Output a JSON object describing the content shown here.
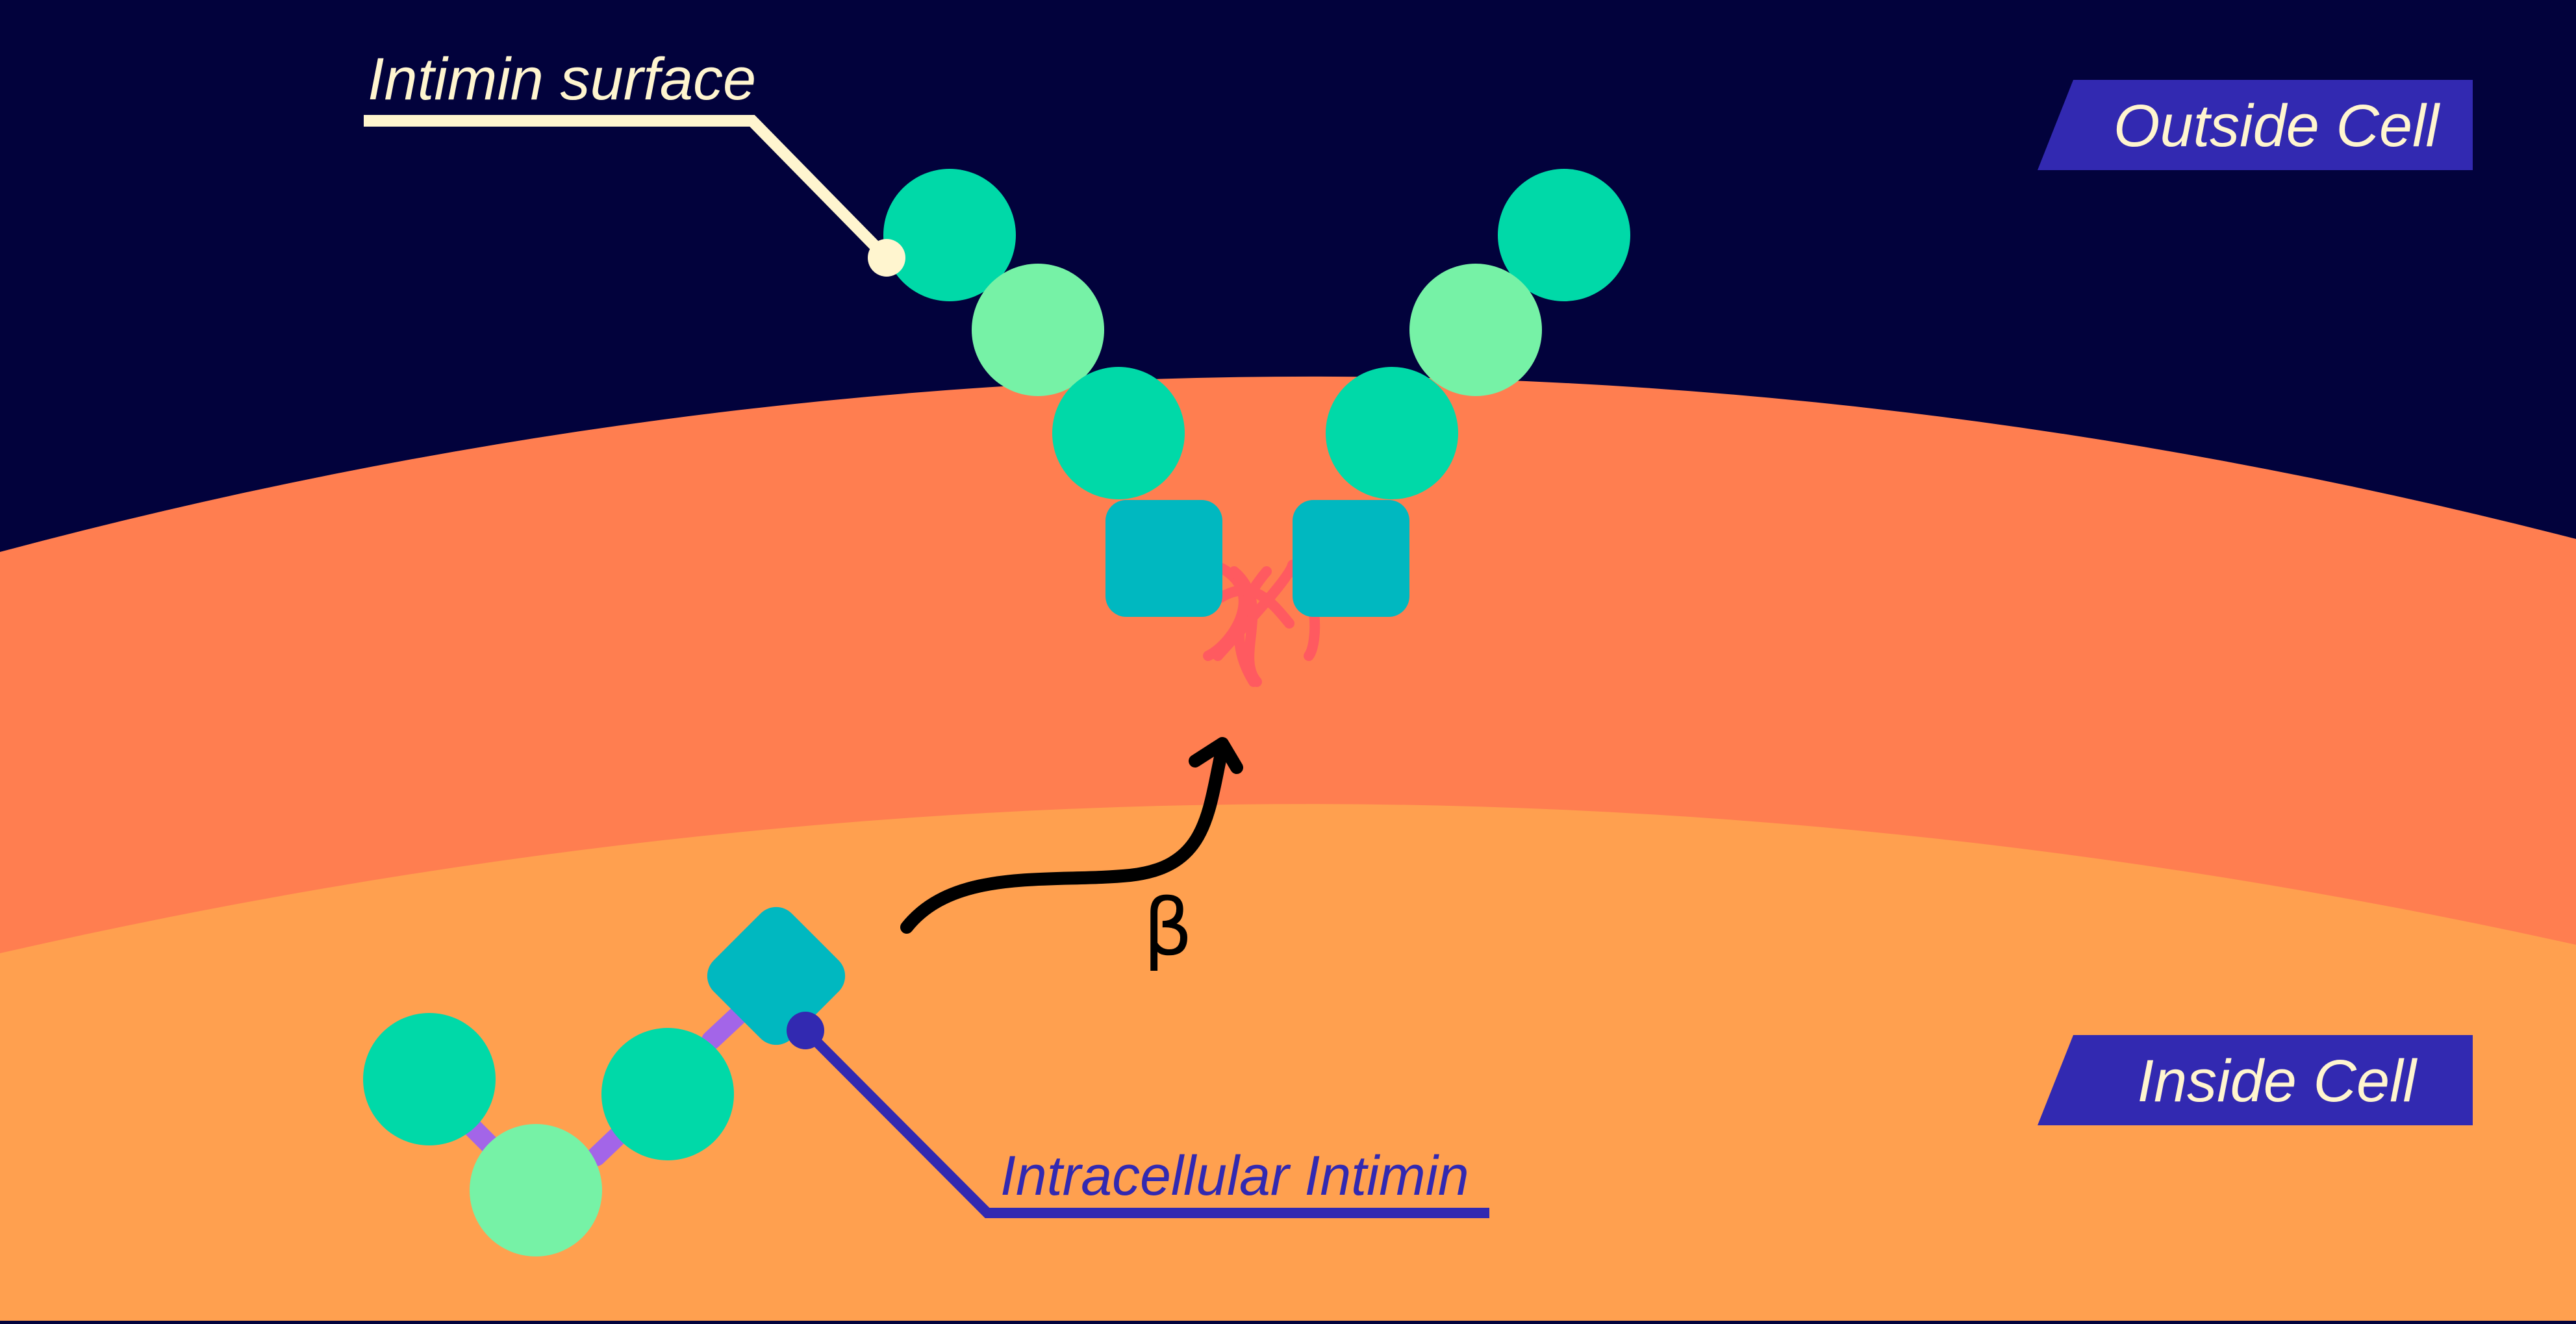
{
  "labels": {
    "intimin_surface": "Intimin surface",
    "outside_cell": "Outside Cell",
    "inside_cell": "Inside Cell",
    "intracellular_intimin": "Intracellular Intimin",
    "beta": "β"
  },
  "colors": {
    "background": "#02023c",
    "membrane": "#ff7e50",
    "cytoplasm": "#ffa04f",
    "domain_dark": "#00d9a8",
    "domain_light": "#76f2a6",
    "anchor": "#00b8c0",
    "linker": "#a365e8",
    "strands": "#ff5a60",
    "tag": "#3229b1",
    "surface_leader": "#fff5cf",
    "intra_leader": "#3229b1",
    "arrow": "#000000"
  }
}
